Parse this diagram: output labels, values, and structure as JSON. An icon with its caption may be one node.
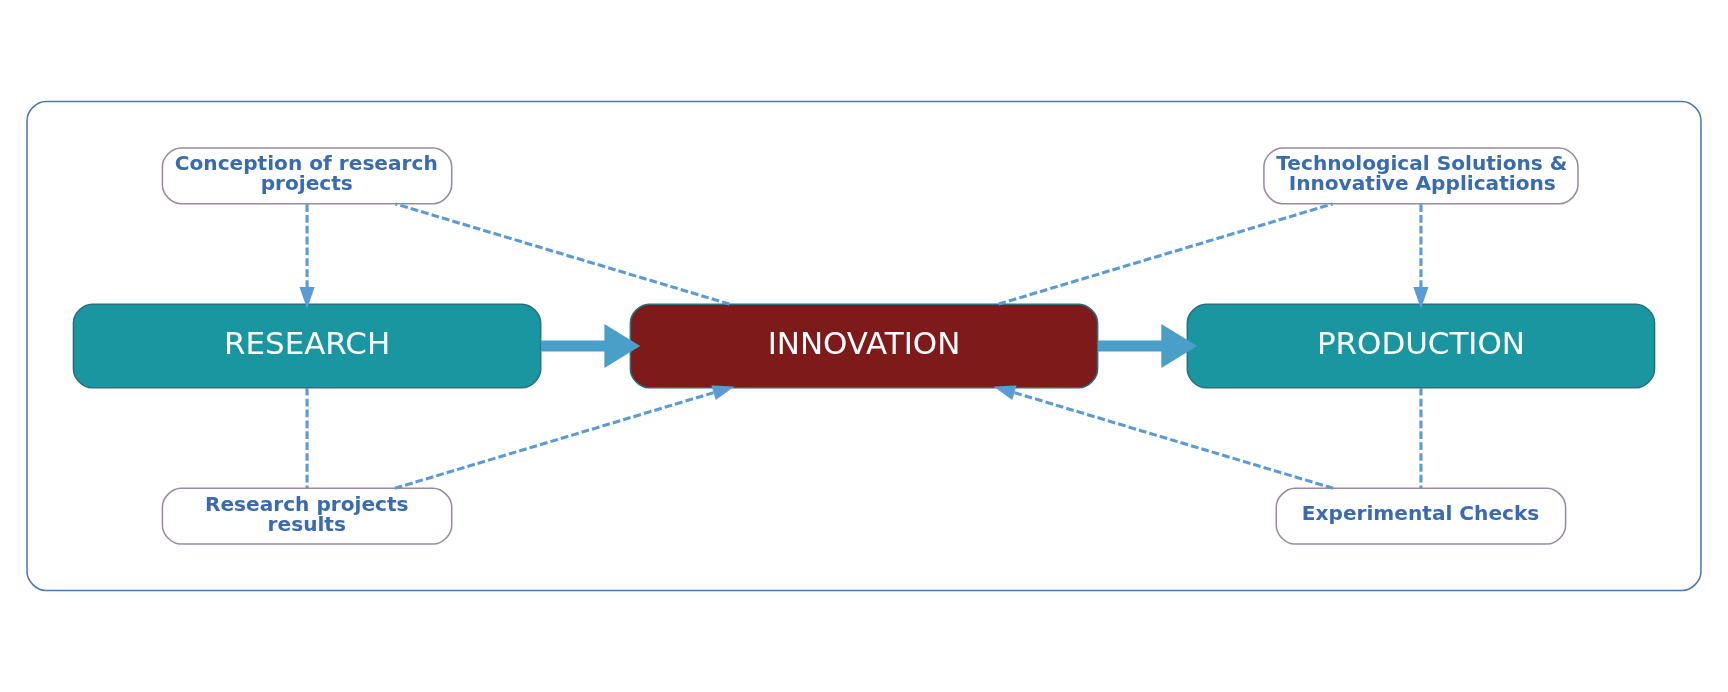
{
  "diagram": {
    "nodes": [
      {
        "text": [],
        "shape": "box"
      },
      {
        "text": [
          "Conception of research projects"
        ],
        "in": 0
      },
      {
        "text": [
          "Technological Solutions & Innovative Applications"
        ],
        "in": 0
      },
      {
        "text": [
          "RESEARCH"
        ],
        "in": 0
      },
      {
        "text": [
          "INNOVATION"
        ],
        "in": 0
      },
      {
        "text": [
          "PRODUCTION"
        ],
        "in": 0
      },
      {
        "text": [
          "Research projects results"
        ],
        "in": 0
      },
      {
        "text": [
          "Experimental Checks"
        ],
        "in": 0
      }
    ],
    "edges": [
      {
        "from": 4,
        "to": 1,
        "arrow": "none",
        "style": "dashed"
      },
      {
        "from": 1,
        "to": 3,
        "arrow": "to",
        "style": "dashed"
      },
      {
        "from": 4,
        "to": 2,
        "arrow": "none",
        "style": "dashed"
      },
      {
        "from": 2,
        "to": 5,
        "arrow": "to",
        "style": "dashed"
      },
      {
        "from": 3,
        "to": 6,
        "arrow": "none",
        "style": "dashed"
      },
      {
        "from": 6,
        "to": 4,
        "arrow": "to",
        "style": "dashed"
      },
      {
        "from": 5,
        "to": 7,
        "arrow": "none",
        "style": "dashed"
      },
      {
        "from": 7,
        "to": 4,
        "arrow": "to",
        "style": "dashed"
      },
      {
        "from": 3,
        "to": 4,
        "arrow": "to",
        "style": "thick",
        "color": "#4a9fc8"
      },
      {
        "from": 4,
        "to": 5,
        "arrow": "to",
        "style": "thick",
        "color": "#4a9fc8"
      }
    ]
  }
}
